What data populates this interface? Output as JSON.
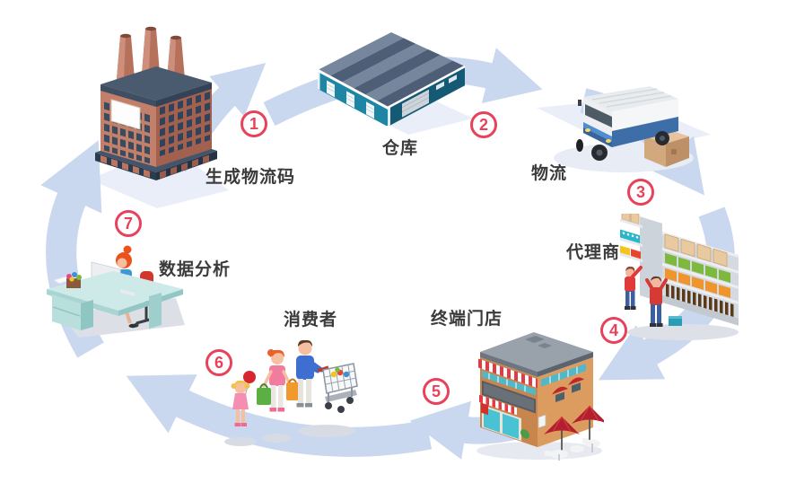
{
  "diagram": {
    "type": "circular-flow",
    "direction": "clockwise",
    "stations": [
      {
        "step": "1",
        "label": "生成物流码",
        "illustration": "factory"
      },
      {
        "step": "2",
        "label": "仓库",
        "illustration": "warehouse"
      },
      {
        "step": "3",
        "label": "物流",
        "illustration": "delivery-van-with-parcel"
      },
      {
        "step": "4",
        "label": "代理商",
        "illustration": "stocked-shelves-with-workers"
      },
      {
        "step": "5",
        "label": "终端门店",
        "illustration": "storefront-with-umbrellas"
      },
      {
        "step": "6",
        "label": "消费者",
        "illustration": "family-with-shopping-cart"
      },
      {
        "step": "7",
        "label": "数据分析",
        "illustration": "woman-at-computer-desk"
      }
    ],
    "colors": {
      "arrow": "#c9d7ef",
      "badge": "#e8425b",
      "label_text": "#3b3b3b",
      "background": "#ffffff"
    }
  }
}
